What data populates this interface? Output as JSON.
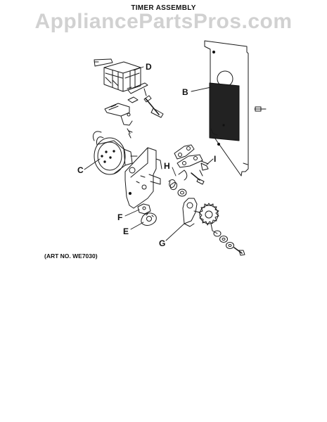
{
  "title": "TIMER ASSEMBLY",
  "watermark": "AppliancePartsPros.com",
  "art_no": "(ART NO. WE7030)",
  "callouts": {
    "B": "B",
    "C": "C",
    "D": "D",
    "E": "E",
    "F": "F",
    "G": "G",
    "H": "H",
    "I": "I"
  }
}
